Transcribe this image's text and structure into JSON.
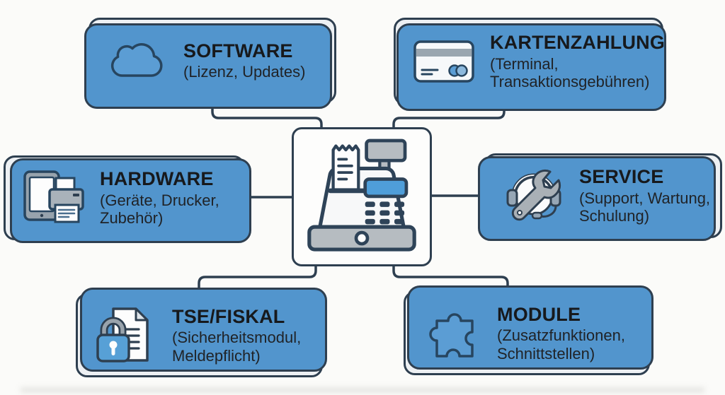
{
  "diagram": {
    "type": "hub-and-spoke",
    "center": {
      "icon": "cash-register-icon"
    },
    "colors": {
      "accent_blue": "#5295cd",
      "icon_blue": "#5b9dd4",
      "border_dark": "#2e3f50",
      "box_fill": "#edf0f3",
      "background": "#fbfbf9"
    }
  },
  "nodes": [
    {
      "id": "software",
      "title": "SOFTWARE",
      "subtitle": "(Lizenz, Updates)",
      "icon": "cloud-icon",
      "position": "top-left"
    },
    {
      "id": "kartenzahlung",
      "title": "KARTENZAHLUNG",
      "subtitle": "(Terminal,\nTransaktionsgebühren)",
      "icon": "credit-card-icon",
      "position": "top-right"
    },
    {
      "id": "hardware",
      "title": "HARDWARE",
      "subtitle": "(Geräte, Drucker,\nZubehör)",
      "icon": "tablet-printer-icon",
      "position": "middle-left"
    },
    {
      "id": "service",
      "title": "SERVICE",
      "subtitle": "(Support, Wartung,\nSchulung)",
      "icon": "wrench-headset-icon",
      "position": "middle-right"
    },
    {
      "id": "tse",
      "title": "TSE/FISKAL",
      "subtitle": "(Sicherheitsmodul,\nMeldepflicht)",
      "icon": "lock-document-icon",
      "position": "bottom-left"
    },
    {
      "id": "module",
      "title": "MODULE",
      "subtitle": "(Zusatzfunktionen,\nSchnittstellen)",
      "icon": "puzzle-icon",
      "position": "bottom-right"
    }
  ]
}
